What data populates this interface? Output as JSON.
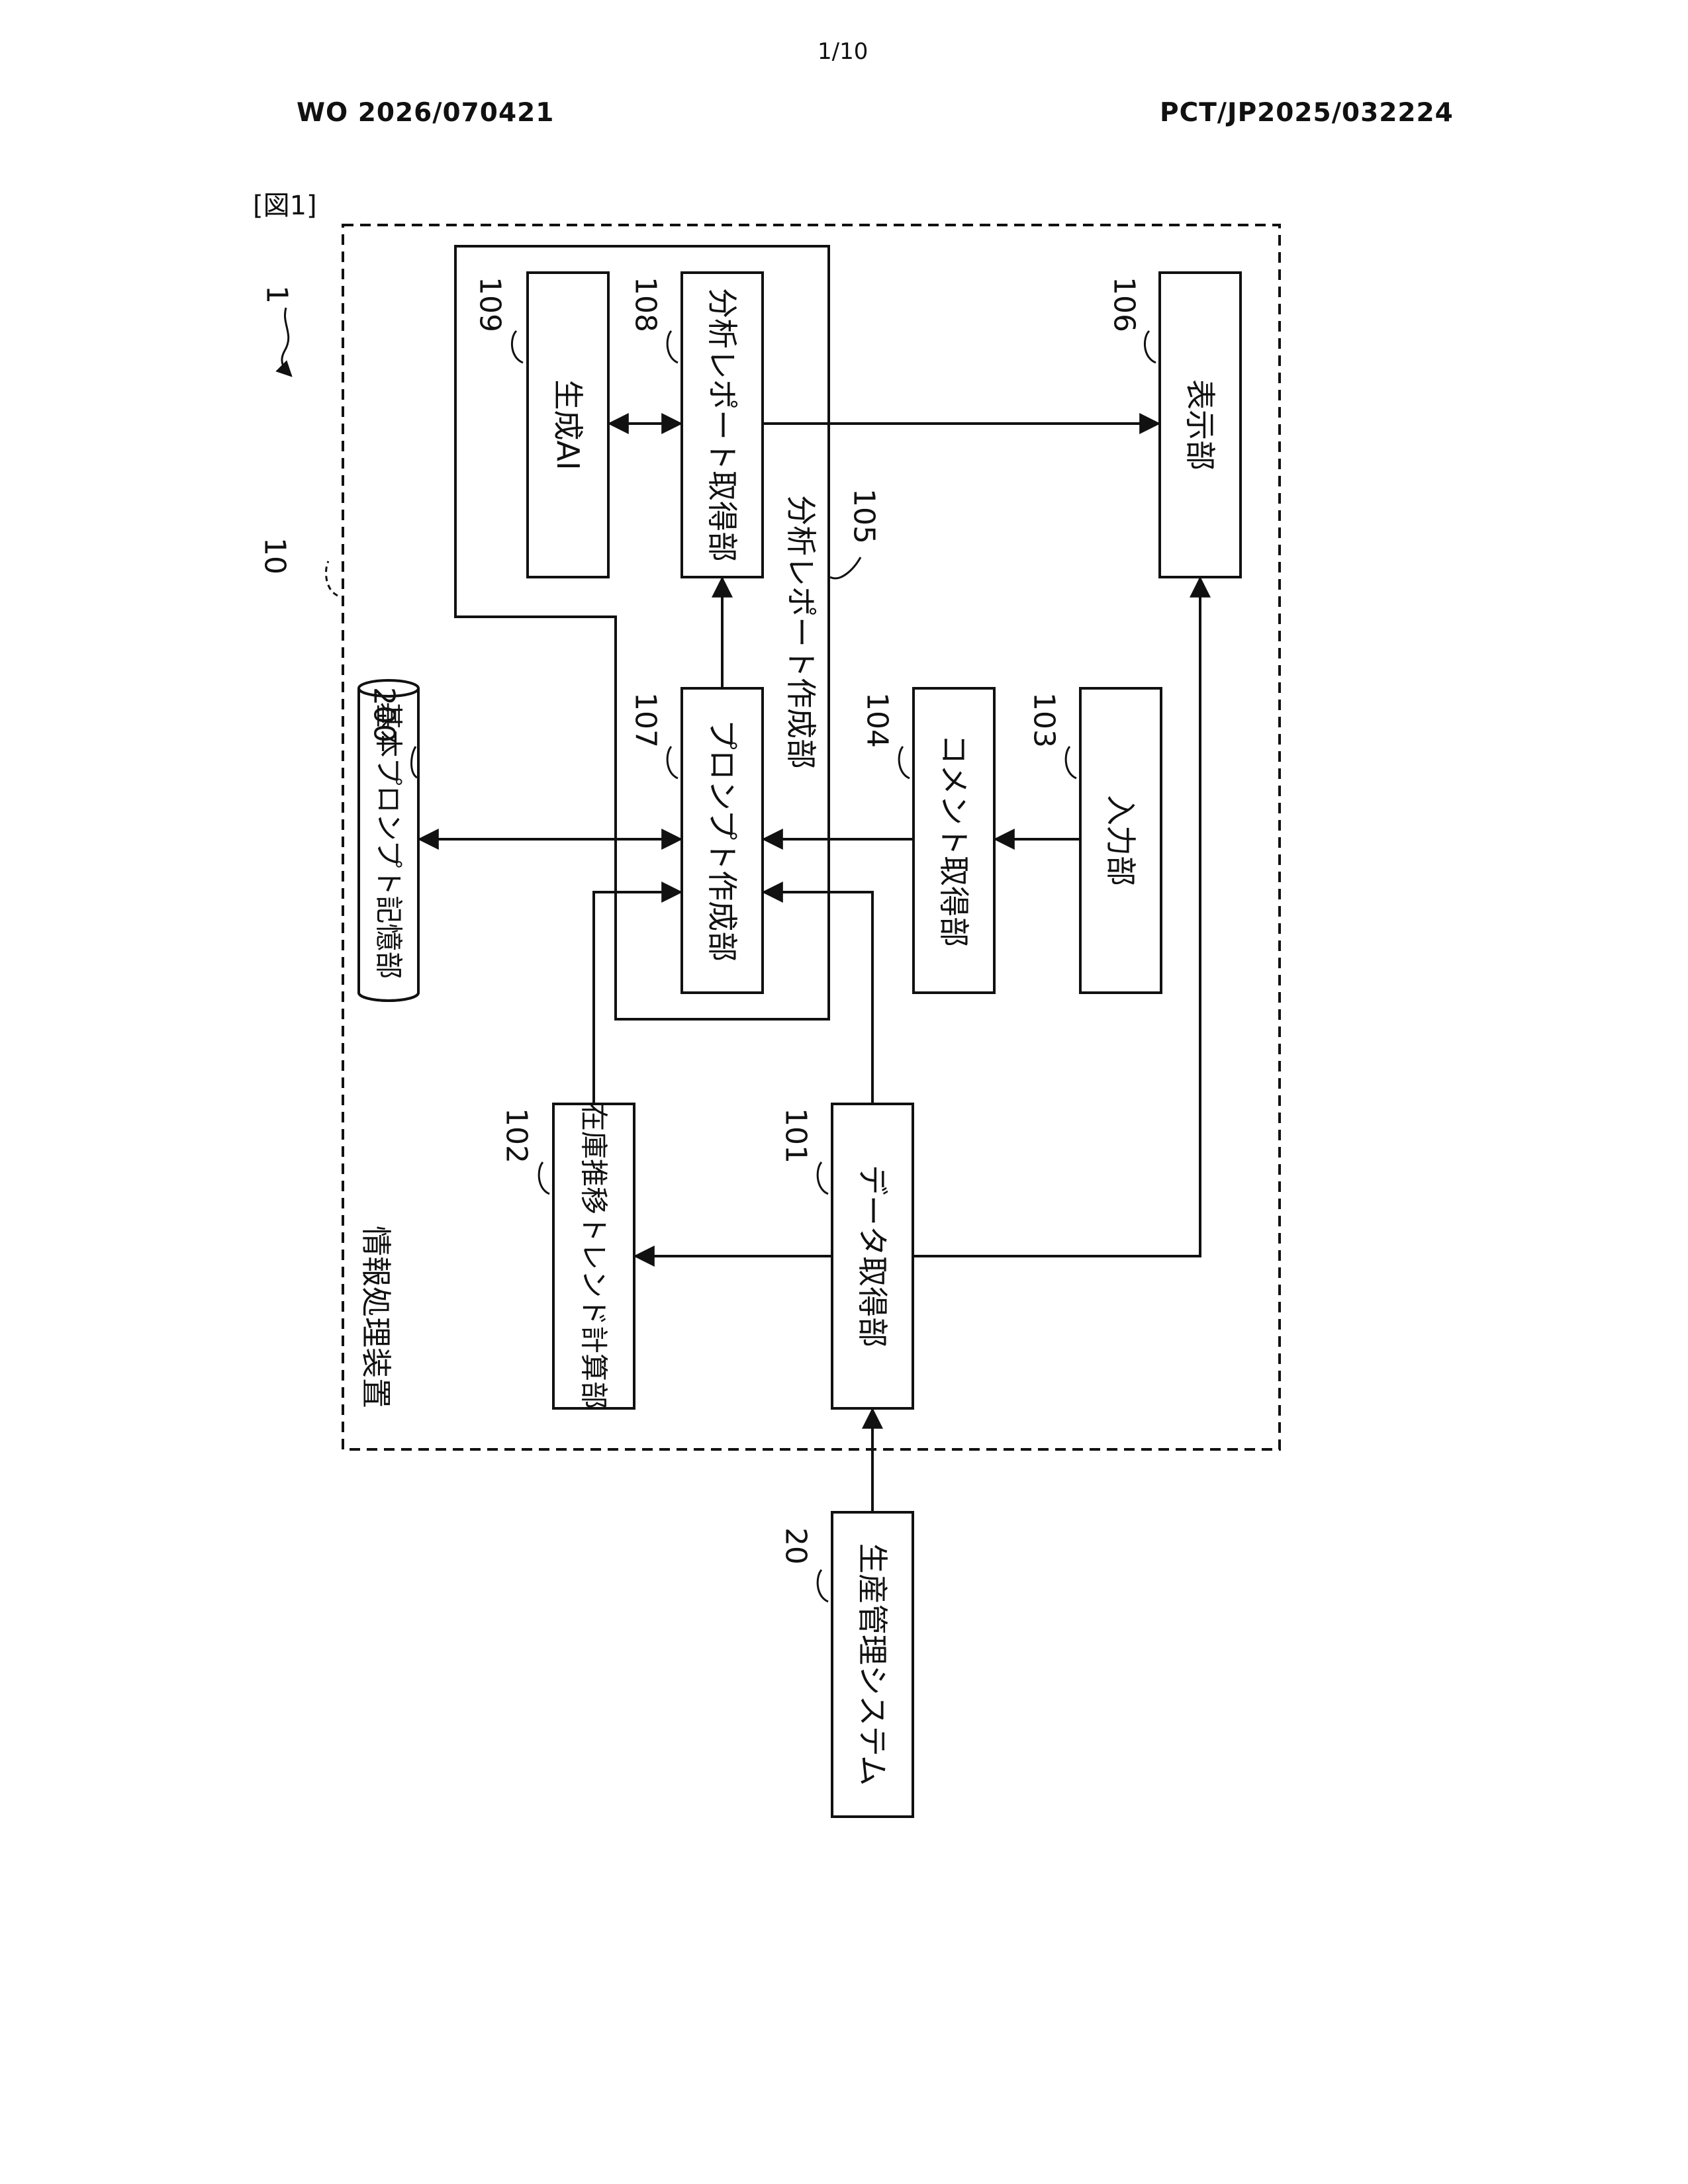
{
  "header": {
    "page_number": "1/10",
    "publication_number": "WO 2026/070421",
    "application_number": "PCT/JP2025/032224"
  },
  "figure": {
    "label": "[図1]",
    "system_ref": "1",
    "device": {
      "ref": "10",
      "label": "情報処理装置"
    },
    "external_system": {
      "ref": "20",
      "label": "生産管理システム"
    },
    "blocks": [
      {
        "ref": "101",
        "label": "データ取得部"
      },
      {
        "ref": "102",
        "label": "在庫推移トレンド計算部"
      },
      {
        "ref": "103",
        "label": "入力部"
      },
      {
        "ref": "104",
        "label": "コメント取得部"
      },
      {
        "ref": "105",
        "label": "分析レポート作成部"
      },
      {
        "ref": "106",
        "label": "表示部"
      },
      {
        "ref": "107",
        "label": "プロンプト作成部"
      },
      {
        "ref": "108",
        "label": "分析レポート取得部"
      },
      {
        "ref": "109",
        "label": "生成AI"
      },
      {
        "ref": "200",
        "label": "基本プロンプト記憶部"
      }
    ]
  }
}
